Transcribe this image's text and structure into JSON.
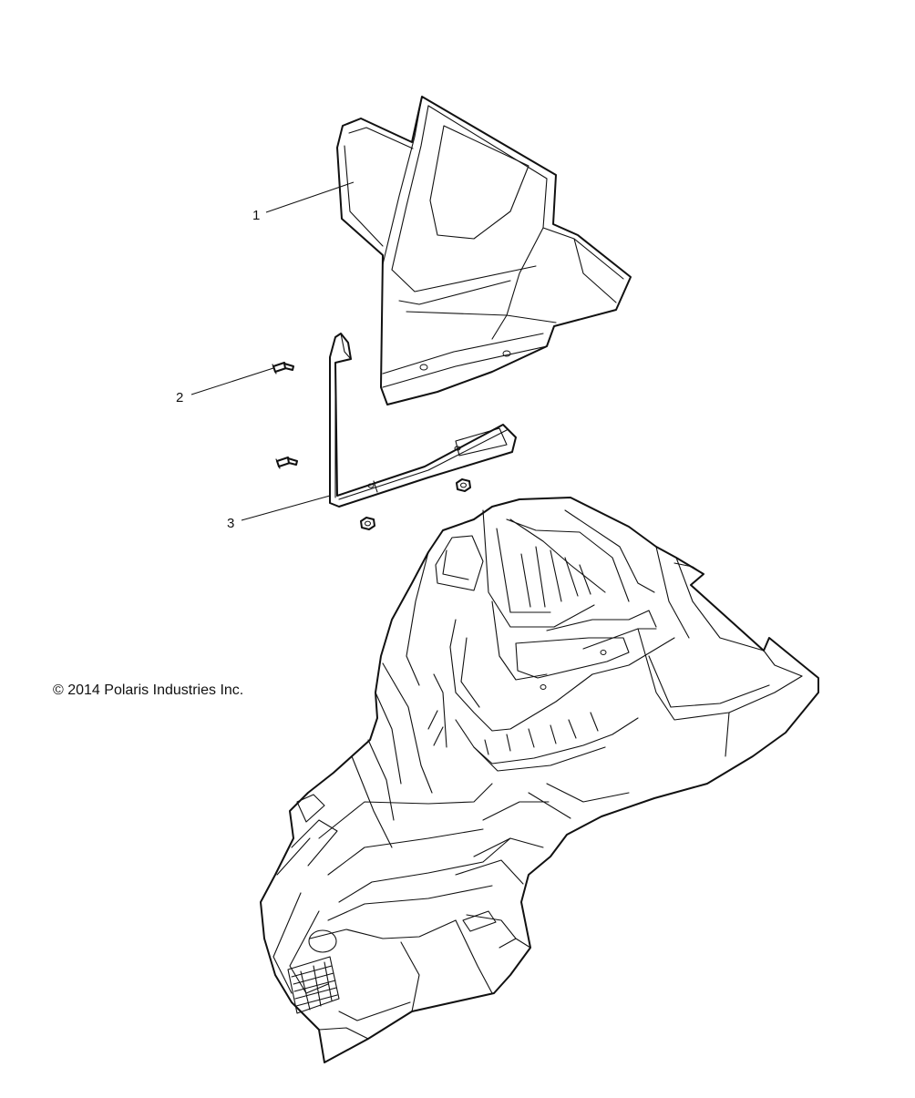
{
  "diagram": {
    "callouts": [
      {
        "label": "1",
        "part": "windshield"
      },
      {
        "label": "2",
        "part": "push-rivet"
      },
      {
        "label": "3",
        "part": "windshield-bracket"
      }
    ],
    "copyright": "© 2014 Polaris Industries Inc."
  }
}
